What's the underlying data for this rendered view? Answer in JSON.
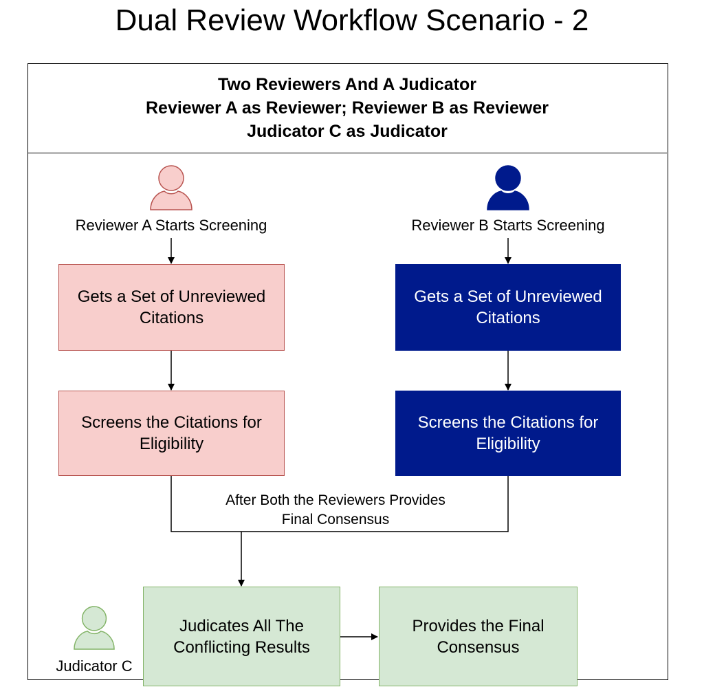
{
  "title": "Dual Review Workflow Scenario - 2",
  "header": {
    "line1": "Two Reviewers And A Judicator",
    "line2": "Reviewer A as Reviewer; Reviewer B as Reviewer",
    "line3": "Judicator C as Judicator"
  },
  "reviewer_a": {
    "icon": "person-icon",
    "color": "#f8cecc",
    "label": "Reviewer A Starts Screening",
    "step1": "Gets a Set of Unreviewed Citations",
    "step2": "Screens the Citations for Eligibility"
  },
  "reviewer_b": {
    "icon": "person-icon",
    "color": "#001a8c",
    "label": "Reviewer B Starts Screening",
    "step1": "Gets a Set of Unreviewed Citations",
    "step2": "Screens the Citations for Eligibility"
  },
  "merge_note": {
    "line1": "After Both the Reviewers Provides",
    "line2": "Final Consensus"
  },
  "judicator": {
    "icon": "person-icon",
    "color": "#d5e8d4",
    "label": "Judicator C",
    "step1": "Judicates All The Conflicting Results",
    "step2": "Provides the Final Consensus"
  }
}
